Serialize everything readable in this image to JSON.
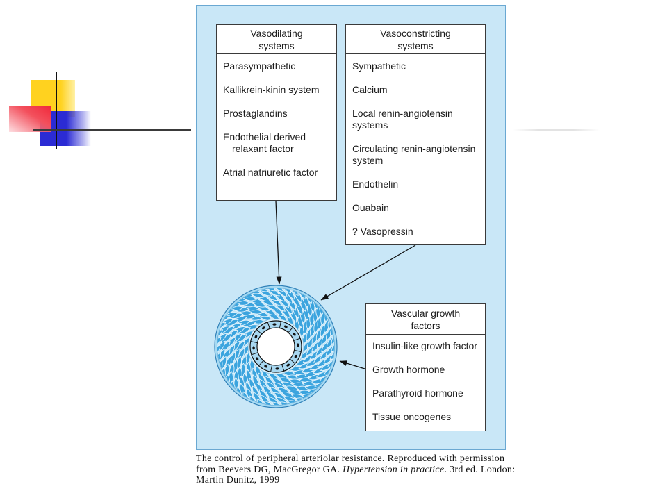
{
  "diagram": {
    "vasodilating_box": {
      "header": "Vasodilating\nsystems",
      "items": [
        "Parasympathetic",
        "Kallikrein-kinin system",
        "Prostaglandins",
        "Endothelial derived\nrelaxant factor",
        "Atrial natriuretic factor"
      ]
    },
    "vasoconstricting_box": {
      "header": "Vasoconstricting\nsystems",
      "items": [
        "Sympathetic",
        "Calcium",
        "Local renin-angiotensin\nsystems",
        "Circulating renin-angiotensin\nsystem",
        "Endothelin",
        "Ouabain",
        "? Vasopressin"
      ]
    },
    "growth_factors_box": {
      "header": "Vascular growth\nfactors",
      "items": [
        "Insulin-like growth factor",
        "Growth hormone",
        "Parathyroid hormone",
        "Tissue oncogenes"
      ]
    }
  },
  "caption": {
    "text_before_title": "The control of peripheral arteriolar resistance. Reproduced with permission\nfrom Beevers DG, MacGregor GA. ",
    "book_title": "Hypertension in practice",
    "text_after_title": ". 3rd ed. London:\nMartin Dunitz, 1999"
  },
  "colors": {
    "panel_background": "#c9e7f7",
    "adventitia": "#a6daf3",
    "media_background": "#c2e5f7",
    "muscle_cell": "#3ba4de",
    "muscle_cell_outline": "#e2f3fc",
    "elastic_lamina": "#d6effb",
    "endothelium": "#a9d8f1",
    "endothelial_nucleus": "#111111",
    "lumen": "#ffffff",
    "arrow": "#111111"
  }
}
